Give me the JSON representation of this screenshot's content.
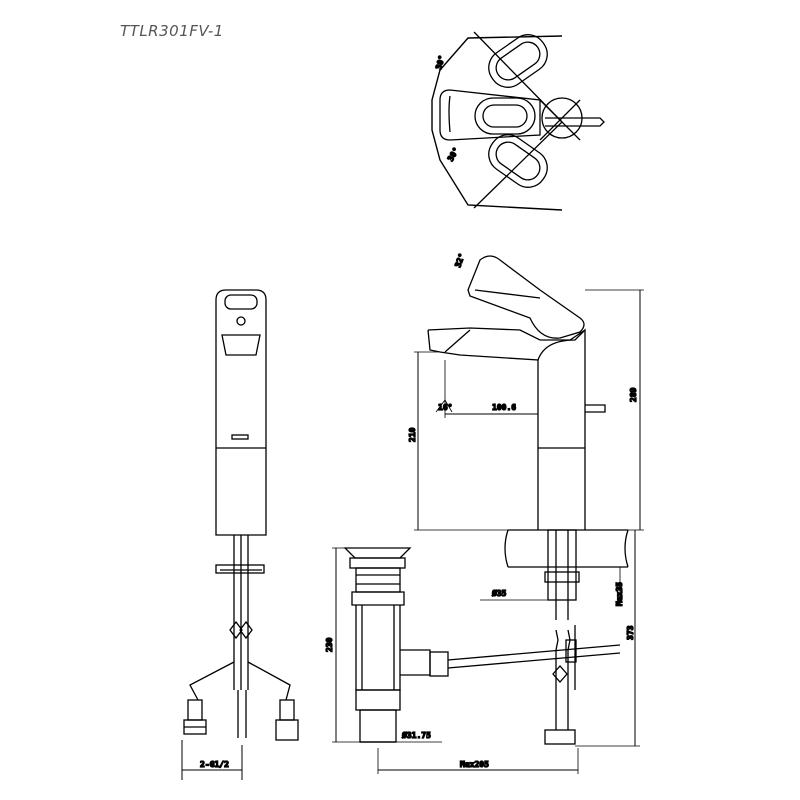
{
  "model": "TTLR301FV-1",
  "top_view": {
    "angle_upper": "30°",
    "angle_lower": "30°"
  },
  "side_view": {
    "handle_angle": "32°",
    "spout_angle": "16°",
    "reach": "100.6",
    "spout_height": "210",
    "total_height": "289",
    "hole": "Ø35",
    "deck_max": "Max35",
    "below_deck": "373",
    "drain_offset": "Max205"
  },
  "drain": {
    "length": "230",
    "outlet": "Ø31.75"
  },
  "front_view": {
    "inlet": "2-G1/2"
  },
  "colors": {
    "line": "#000000",
    "title": "#555555"
  }
}
